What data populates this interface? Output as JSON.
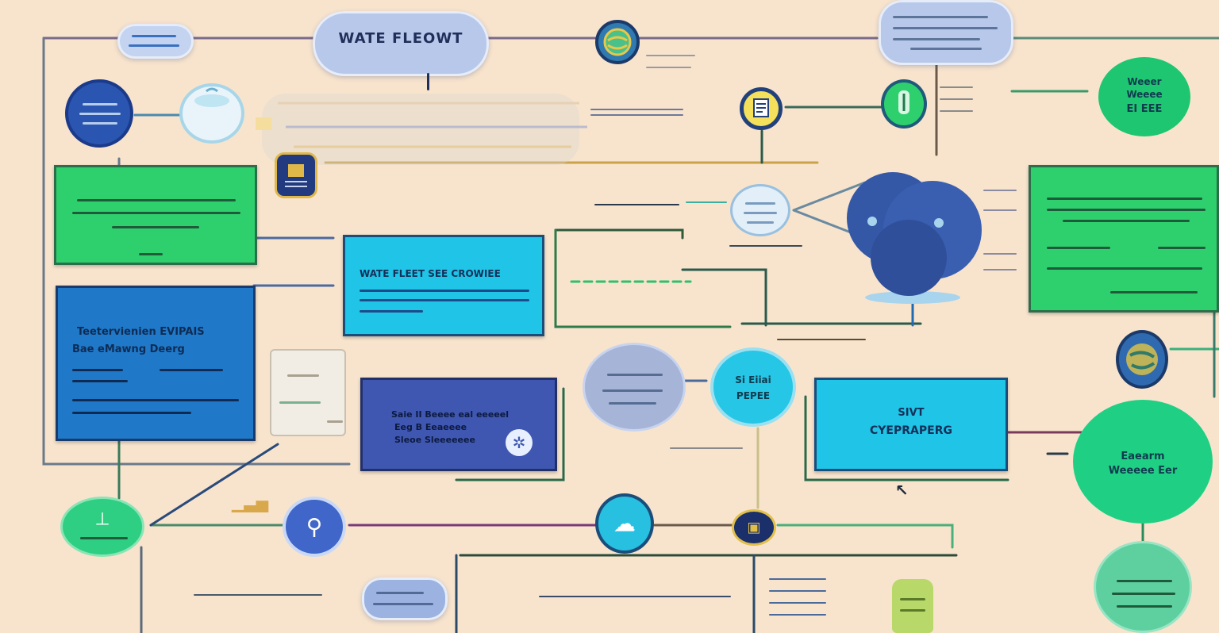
{
  "diagram": {
    "title": "WATE FLEOWT",
    "nodes": {
      "card_center_cyan": {
        "title": "WATE FLEET SEE CROWIEE"
      },
      "card_left_blue": {
        "title_line1": "Teetervienien EVIPAIS",
        "title_line2": "Bae eMawng Deerg"
      },
      "card_center_indigo": {
        "title_line1": "Saie II Beeee eal eeeeel",
        "title_line2": "Eeg B Eeaeeee",
        "title_line3": "Sleoe Sleeeeeee"
      },
      "card_right_cyan": {
        "title_line1": "SIVT",
        "title_line2": "CYEPRAPERG"
      },
      "circle_center_cyan": {
        "label_line1": "Si Eiiai",
        "label_line2": "PEPEE"
      },
      "blob_right_top": {
        "label_line1": "Weeer",
        "label_line2": "Weeee",
        "label_line3": "EI EEE"
      },
      "blob_right_mid": {
        "label_line1": "Eaearm",
        "label_line2": "Weeeee Eer"
      }
    },
    "icons": {
      "top_globe": "globe-icon",
      "mid_doc": "document-icon",
      "mid_leaf": "leaf-icon",
      "left_badge": "shield-icon",
      "left_water": "water-drop-icon",
      "left_faucet": "faucet-icon",
      "mid_cloud": "cloud-icon",
      "mid_gear": "gear-icon",
      "right_globe": "globe-icon",
      "bottom_bottle": "bottle-icon"
    },
    "colors": {
      "background": "#f8e4cd",
      "green": "#2ed06e",
      "blue": "#1f79c8",
      "cyan": "#1fc4e6",
      "indigo": "#3f57b0",
      "navy": "#1b3a6a"
    }
  }
}
